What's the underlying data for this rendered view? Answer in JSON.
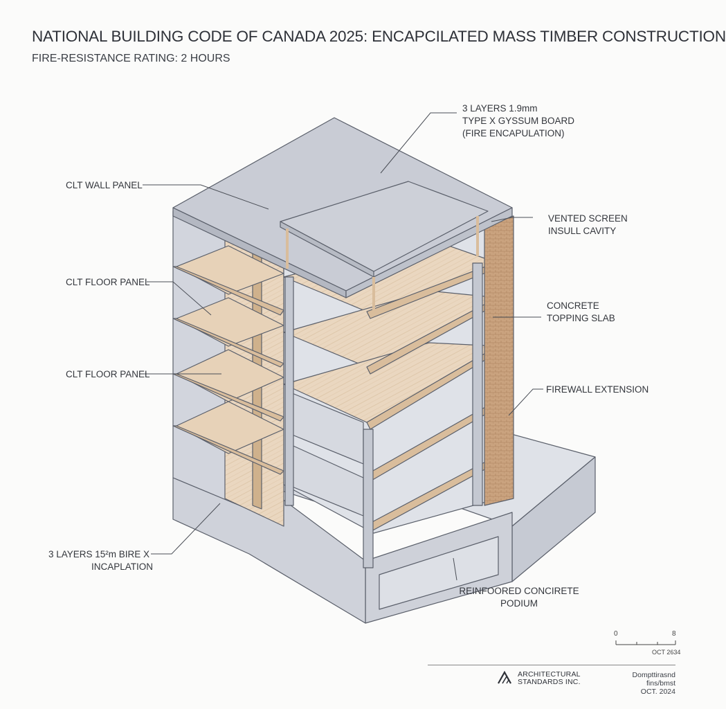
{
  "title": "NATIONAL BUILDING CODE OF CANADA 2025: ENCAPCILATED MASS TIMBER CONSTRUCTION",
  "subtitle": "FIRE-RESISTANCE RATING: 2 HOURS",
  "labels": {
    "gypsum": [
      "3 LAYERS 1.9mm",
      "TYPE X GYSSUM BOARD",
      "(FIRE ENCAPULATION)"
    ],
    "clt_wall": "CLT WALL PANEL",
    "vented": [
      "VENTED SCREEN",
      "INSULL CAVITY"
    ],
    "clt_floor_1": "CLT FLOOR PANEL",
    "topping": [
      "CONCRETE",
      "TOPPING SLAB"
    ],
    "clt_floor_2": "CLT FLOOR PANEL",
    "firewall": "FIREWALL EXTENSION",
    "layers_left": [
      "3 LAYERS 15²m BIRE X",
      "INCAPLATION"
    ],
    "podium": [
      "REINFOORED CONCIRETE",
      "PODIUM"
    ]
  },
  "scale_bar": {
    "start": "0",
    "end": "8",
    "note": "OCT 2634"
  },
  "footer": {
    "firm": [
      "ARCHITECTURAL",
      "STANDARDS INC."
    ],
    "meta_line1": "Dompttirasnd fins/bmst",
    "date": "OCT. 2024"
  },
  "colors": {
    "concrete": "#c9ccd5",
    "concrete_light": "#dcdfe6",
    "clt_wood": "#e8d3bb",
    "clt_edge": "#d9bd9c",
    "brick": "#c9a27e",
    "line": "#5a5f6a"
  }
}
